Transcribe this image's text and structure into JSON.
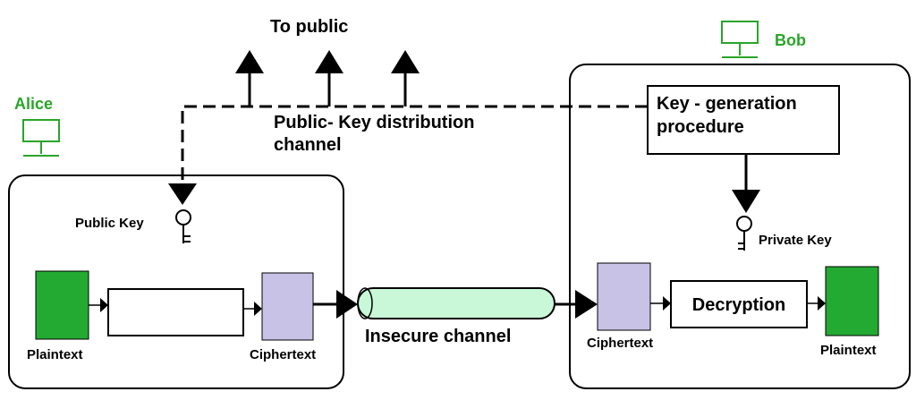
{
  "header": {
    "to_public": "To public"
  },
  "alice": {
    "name": "Alice",
    "public_key_label": "Public Key",
    "plaintext_label": "Plaintext",
    "encryption_label": "",
    "ciphertext_label": "Ciphertext"
  },
  "channel": {
    "public_key_distribution_line1": "Public- Key distribution",
    "public_key_distribution_line2": "channel",
    "insecure": "Insecure channel"
  },
  "bob": {
    "name": "Bob",
    "keygen_line1": "Key - generation",
    "keygen_line2": "procedure",
    "private_key_label": "Private Key",
    "ciphertext_label": "Ciphertext",
    "decryption_label": "Decryption",
    "plaintext_label": "Plaintext"
  },
  "colors": {
    "plaintext_block": "#22aa33",
    "ciphertext_block": "#c8c2e6",
    "channel_fill": "#c8f8d8",
    "computer_icon": "#2aa52a",
    "lines": "#000000"
  },
  "icons": [
    "computer-icon",
    "key-icon",
    "arrow-up-icon"
  ]
}
